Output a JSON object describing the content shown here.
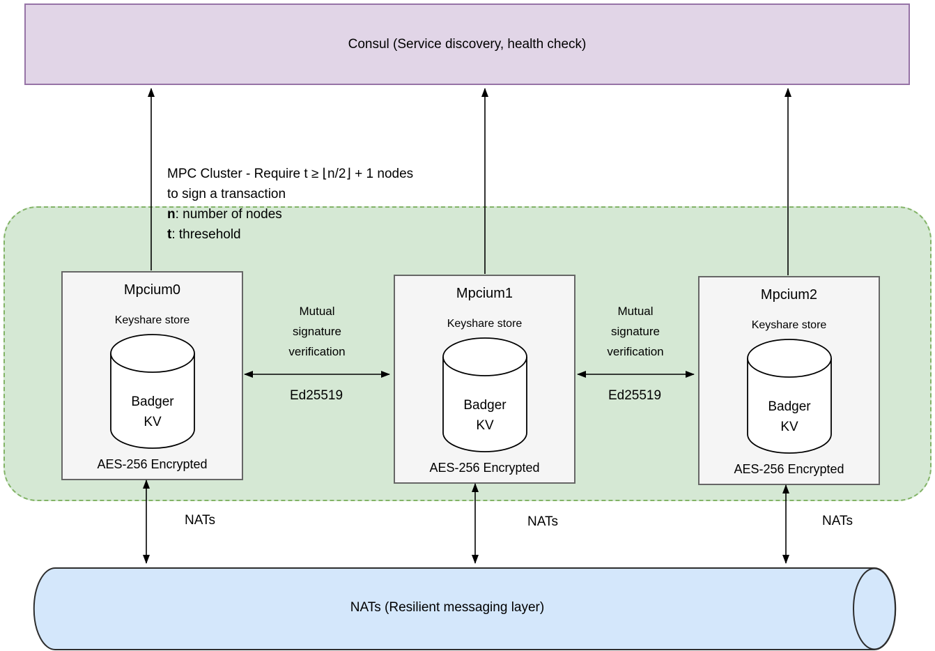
{
  "colors": {
    "consul_fill": "#e1d5e7",
    "consul_border": "#9673a6",
    "cluster_fill": "#d5e8d4",
    "cluster_border": "#82b366",
    "node_fill": "#f5f5f5",
    "node_border": "#666666",
    "bus_fill": "#d4e7fb",
    "bus_border": "#2d2d2d",
    "arrow": "#000000"
  },
  "consul": {
    "label": "Consul (Service discovery, health check)"
  },
  "cluster": {
    "note": {
      "line1": "MPC Cluster - Require t ≥ ⌊n/2⌋ + 1 nodes",
      "line2": "to sign a transaction",
      "n_term": "n",
      "n_def": ": number of nodes",
      "t_term": "t",
      "t_def": ": thresehold"
    },
    "nodes": [
      {
        "title": "Mpcium0",
        "store": "Keyshare store",
        "db1": "Badger",
        "db2": "KV",
        "enc": "AES-256 Encrypted"
      },
      {
        "title": "Mpcium1",
        "store": "Keyshare store",
        "db1": "Badger",
        "db2": "KV",
        "enc": "AES-256 Encrypted"
      },
      {
        "title": "Mpcium2",
        "store": "Keyshare store",
        "db1": "Badger",
        "db2": "KV",
        "enc": "AES-256 Encrypted"
      }
    ],
    "links": [
      {
        "label": "Mutual\nsignature\nverification",
        "protocol": "Ed25519"
      },
      {
        "label": "Mutual\nsignature\nverification",
        "protocol": "Ed25519"
      }
    ]
  },
  "nats": {
    "labels": [
      "NATs",
      "NATs",
      "NATs"
    ],
    "bus_label": "NATs (Resilient messaging layer)"
  }
}
